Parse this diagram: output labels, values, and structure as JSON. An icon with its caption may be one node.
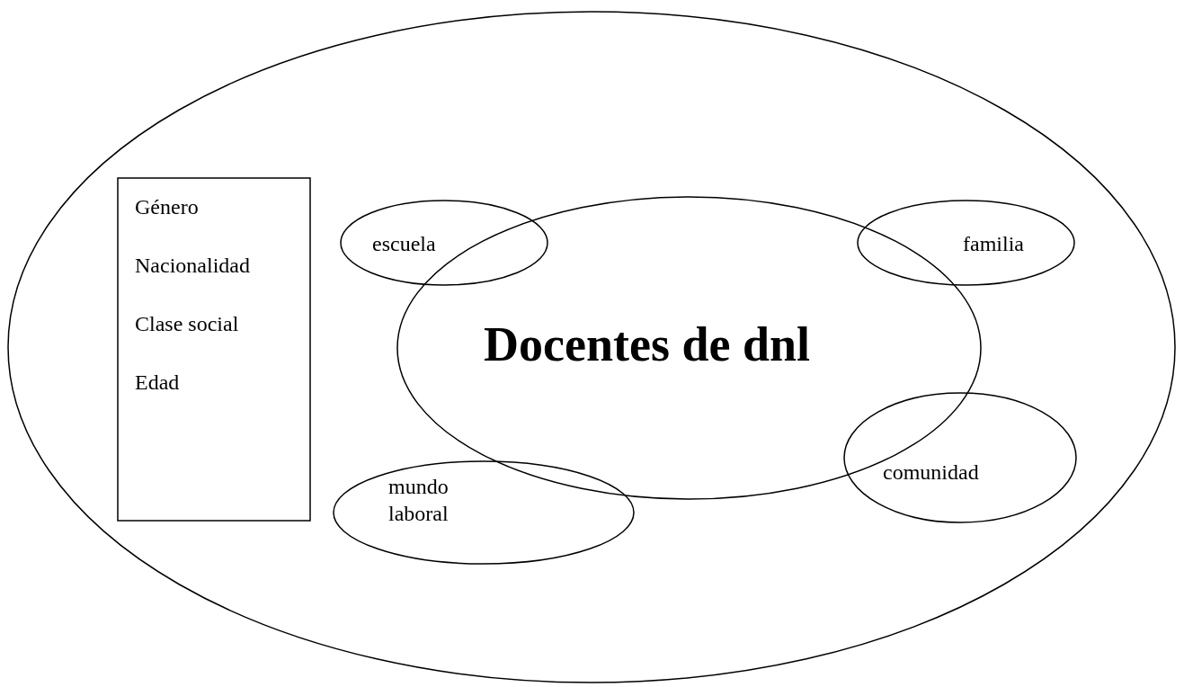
{
  "diagram": {
    "nodes": [
      {
        "text": [],
        "shape": "ellipse"
      },
      {
        "text": [
          "Género",
          "Nacionalidad",
          "Clase social",
          "Edad"
        ],
        "in": 0
      },
      {
        "text": [
          "escuela"
        ],
        "in": 0
      },
      {
        "text": [
          "familia"
        ],
        "in": 0
      },
      {
        "text": [
          "Docentes de dnl"
        ],
        "in": 0
      },
      {
        "text": [
          "mundo laboral"
        ],
        "in": 0
      },
      {
        "text": [
          "comunidad"
        ],
        "in": 0
      }
    ]
  }
}
